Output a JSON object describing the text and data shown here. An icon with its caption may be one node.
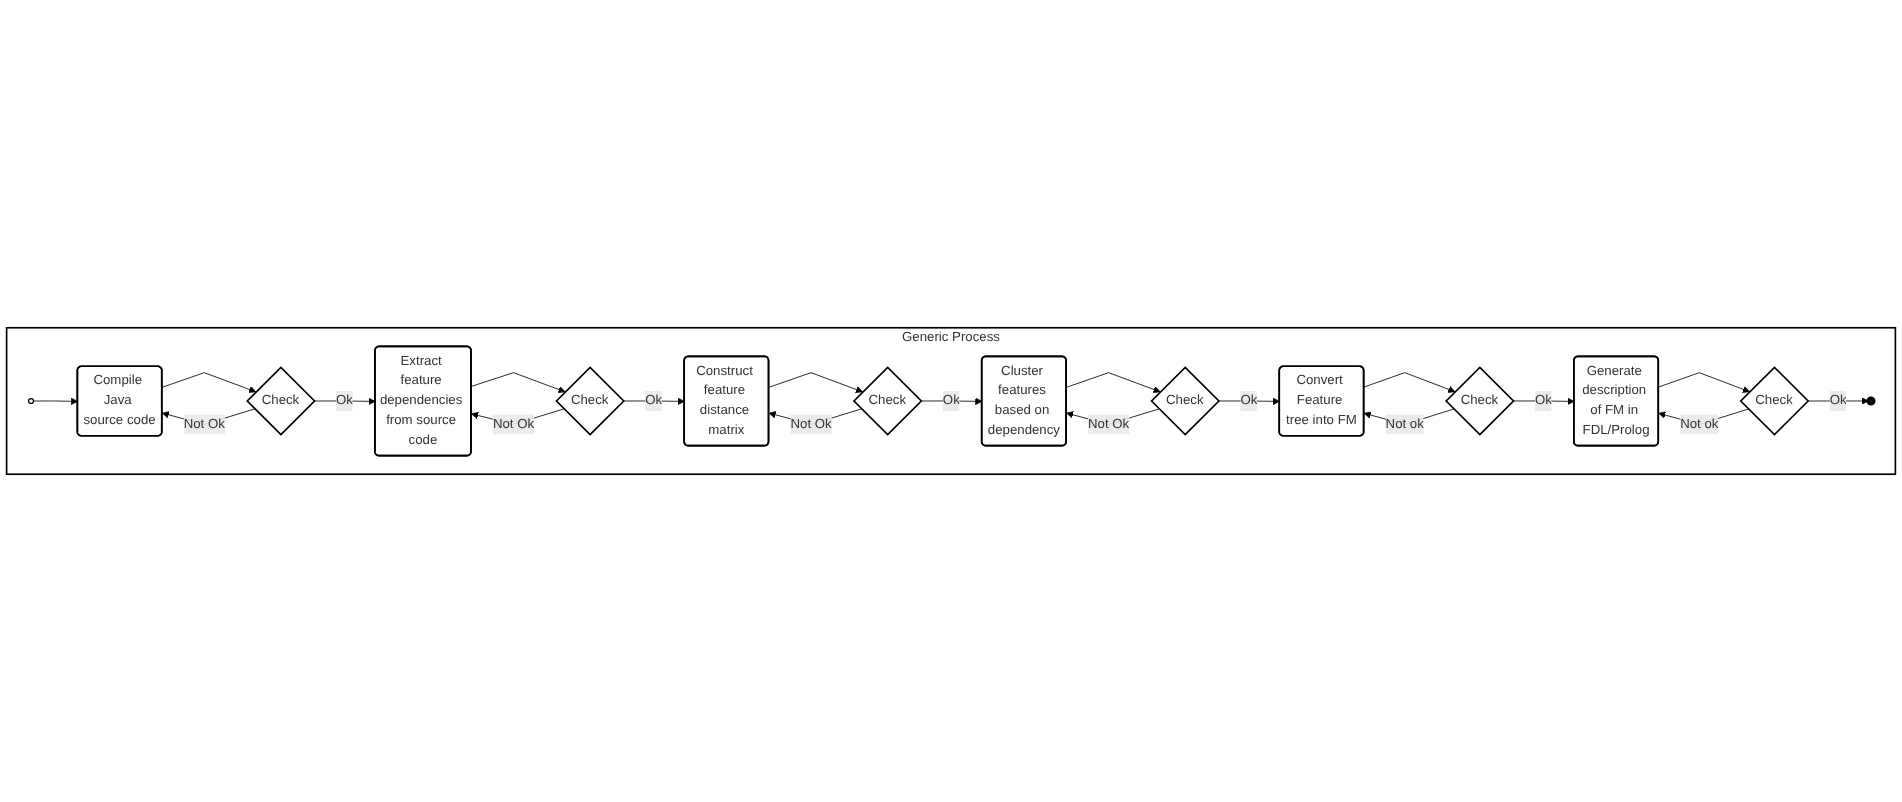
{
  "diagram": {
    "nodes": [
      {
        "text": [
          "Generic Process"
        ]
      },
      {
        "text": [],
        "shape": "circle",
        "in": 0
      },
      {
        "text": [
          "Compile Java source code"
        ],
        "in": 0
      },
      {
        "text": [
          "Check"
        ],
        "in": 0
      },
      {
        "text": [
          "Extract feature dependencies from source code"
        ],
        "in": 0
      },
      {
        "text": [
          "Check"
        ],
        "in": 0
      },
      {
        "text": [
          "Construct feature distance matrix"
        ],
        "in": 0
      },
      {
        "text": [
          "Check"
        ],
        "in": 0
      },
      {
        "text": [
          "Cluster features based on dependency"
        ],
        "in": 0
      },
      {
        "text": [
          "Check"
        ],
        "in": 0
      },
      {
        "text": [
          "Convert Feature tree into FM"
        ],
        "in": 0
      },
      {
        "text": [
          "Check"
        ],
        "in": 0
      },
      {
        "text": [
          "Generate description of FM in FDL/Prolog"
        ],
        "in": 0
      },
      {
        "text": [
          "Check"
        ],
        "in": 0
      },
      {
        "text": [],
        "shape": "circle",
        "in": 0
      }
    ],
    "edges": [
      {
        "from": 1,
        "to": 2,
        "arrow": "to"
      },
      {
        "from": 2,
        "to": 3,
        "arrow": "to"
      },
      {
        "from": 3,
        "to": 2,
        "arrow": "to",
        "label": "Not Ok"
      },
      {
        "from": 3,
        "to": 4,
        "arrow": "to",
        "label": "Ok"
      },
      {
        "from": 4,
        "to": 5,
        "arrow": "to"
      },
      {
        "from": 5,
        "to": 4,
        "arrow": "to",
        "label": "Not Ok"
      },
      {
        "from": 5,
        "to": 6,
        "arrow": "to",
        "label": "Ok"
      },
      {
        "from": 6,
        "to": 7,
        "arrow": "to"
      },
      {
        "from": 7,
        "to": 6,
        "arrow": "to",
        "label": "Not Ok"
      },
      {
        "from": 7,
        "to": 8,
        "arrow": "to",
        "label": "Ok"
      },
      {
        "from": 8,
        "to": 9,
        "arrow": "to"
      },
      {
        "from": 9,
        "to": 8,
        "arrow": "to",
        "label": "Not Ok"
      },
      {
        "from": 9,
        "to": 10,
        "arrow": "to",
        "label": "Ok"
      },
      {
        "from": 10,
        "to": 11,
        "arrow": "to"
      },
      {
        "from": 11,
        "to": 10,
        "arrow": "to",
        "label": "Not ok"
      },
      {
        "from": 11,
        "to": 12,
        "arrow": "to",
        "label": "Ok"
      },
      {
        "from": 12,
        "to": 13,
        "arrow": "to"
      },
      {
        "from": 13,
        "to": 12,
        "arrow": "to",
        "label": "Not ok"
      },
      {
        "from": 13,
        "to": 14,
        "arrow": "to",
        "label": "Ok"
      }
    ]
  }
}
